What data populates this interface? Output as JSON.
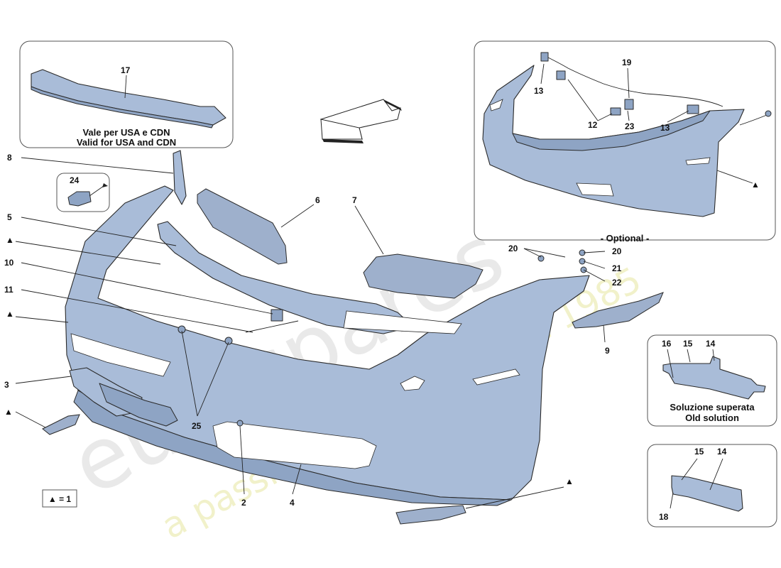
{
  "callouts": {
    "c2": "2",
    "c3": "3",
    "c4": "4",
    "c5": "5",
    "c6": "6",
    "c7": "7",
    "c8": "8",
    "c9": "9",
    "c10": "10",
    "c11": "11",
    "c12": "12",
    "c13a": "13",
    "c13b": "13",
    "c14a": "14",
    "c14b": "14",
    "c15a": "15",
    "c15b": "15",
    "c16": "16",
    "c17": "17",
    "c18": "18",
    "c19": "19",
    "c20a": "20",
    "c20b": "20",
    "c21": "21",
    "c22": "22",
    "c23": "23",
    "c24": "24",
    "c25": "25"
  },
  "triangle_marker": "▲",
  "legend": {
    "text": "▲ = 1"
  },
  "inset_top_left": {
    "caption_line1": "Vale per USA e CDN",
    "caption_line2": "Valid for USA and CDN"
  },
  "inset_top_right": {
    "caption": "- Optional -"
  },
  "inset_mid_right": {
    "caption_line1": "Soluzione superata",
    "caption_line2": "Old solution"
  },
  "watermark": {
    "brand": "eurospares",
    "tagline": "a passion for parts since 1985"
  }
}
